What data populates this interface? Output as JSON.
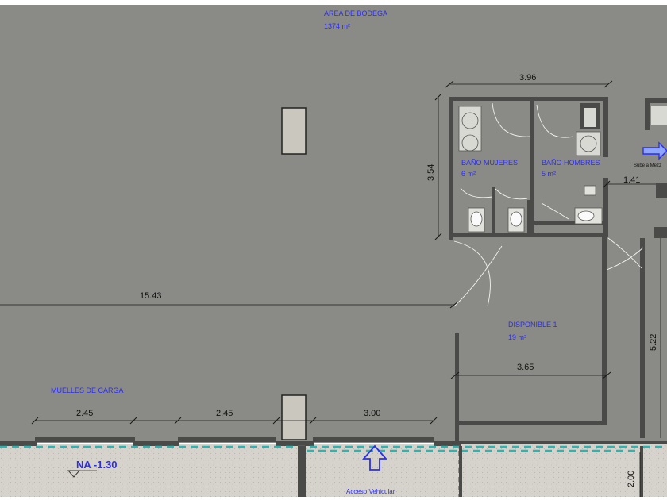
{
  "rooms": {
    "bodega": {
      "name": "AREA DE BODEGA",
      "area": "1374 m²"
    },
    "mujeres": {
      "name": "BAÑO MUJERES",
      "area": "6 m²"
    },
    "hombres": {
      "name": "BAÑO HOMBRES",
      "area": "5 m²"
    },
    "disponible": {
      "name": "DISPONIBLE 1",
      "area": "19 m²"
    },
    "muelles": {
      "name": "MUELLES DE CARGA"
    }
  },
  "dimensions": {
    "top_banos": "3.96",
    "side_banos": "3.54",
    "small": "1.41",
    "long": "15.43",
    "disponible_width": "3.65",
    "right_side": "5.22",
    "muelle_1": "2.45",
    "muelle_2": "2.45",
    "muelle_3": "3.00",
    "bottom_right": "2.00"
  },
  "level": "NA -1.30",
  "access": "Acceso Vehicular",
  "stair_note": "Sube a Mezz",
  "colors": {
    "floor": "#8a8a86",
    "annex_floor": "#d6d3cc",
    "wall": "#4a4a48",
    "label": "#2b2ef0",
    "dashed": "#2fb3b0"
  }
}
